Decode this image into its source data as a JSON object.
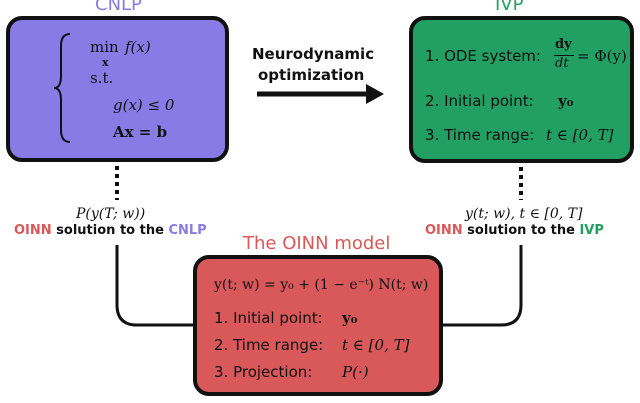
{
  "boxes": {
    "cnlp": {
      "title": "CNLP",
      "min_label": "min",
      "min_var": "x",
      "objective": "f(x)",
      "st": "s.t.",
      "constraint1": "g(x) ≤ 0",
      "constraint2": "Ax = b"
    },
    "ivp": {
      "title": "IVP",
      "item1_label": "1. ODE system:",
      "item1_num": "dy",
      "item1_den": "dt",
      "item1_rhs": "= Φ(y)",
      "item2_label": "2. Initial point:",
      "item2_value": "y₀",
      "item3_label": "3. Time range:",
      "item3_value": "t ∈ [0, T]"
    },
    "oinn": {
      "title": "The OINN model",
      "equation": "y(t; w) = y₀ + (1 − e⁻ᵗ) N(t; w)",
      "item1_label": "1. Initial point:",
      "item1_value": "y₀",
      "item2_label": "2. Time range:",
      "item2_value": "t ∈ [0, T]",
      "item3_label": "3. Projection:",
      "item3_value": "P(·)"
    }
  },
  "arrow": {
    "line1": "Neurodynamic",
    "line2": "optimization"
  },
  "captions": {
    "left_expr": "P(y(T; w))",
    "left_oinn": "OINN",
    "left_mid": " solution to the ",
    "left_target": "CNLP",
    "right_expr": "y(t; w), t ∈ [0, T]",
    "right_oinn": "OINN",
    "right_mid": " solution to the ",
    "right_target": "IVP"
  },
  "colors": {
    "cnlp": "#8a7ae6",
    "ivp": "#22a064",
    "oinn": "#d9585a",
    "stroke": "#111111"
  }
}
